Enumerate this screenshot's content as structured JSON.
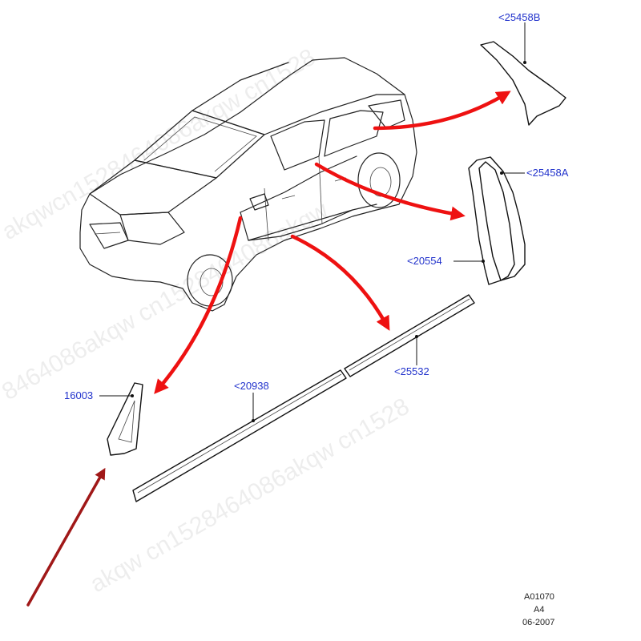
{
  "labels": {
    "part_25458b": "<25458B",
    "part_25458a": "<25458A",
    "part_20554": "<20554",
    "part_25532": "<25532",
    "part_20938": "<20938",
    "part_16003": "16003"
  },
  "reference": {
    "code": "A01070",
    "sheet": "A4",
    "date": "06-2007"
  },
  "watermark": {
    "line_1": "akqwcn1528464086akqw cn1528",
    "line_2": "8464086akqw cn1528464086akqw",
    "line_3": "akqw cn1528464086akqw cn1528"
  },
  "colors": {
    "label_text": "#2233cc",
    "arrow_red": "#ee1111",
    "arrow_dark_red": "#a01818",
    "line_art": "#222222"
  }
}
